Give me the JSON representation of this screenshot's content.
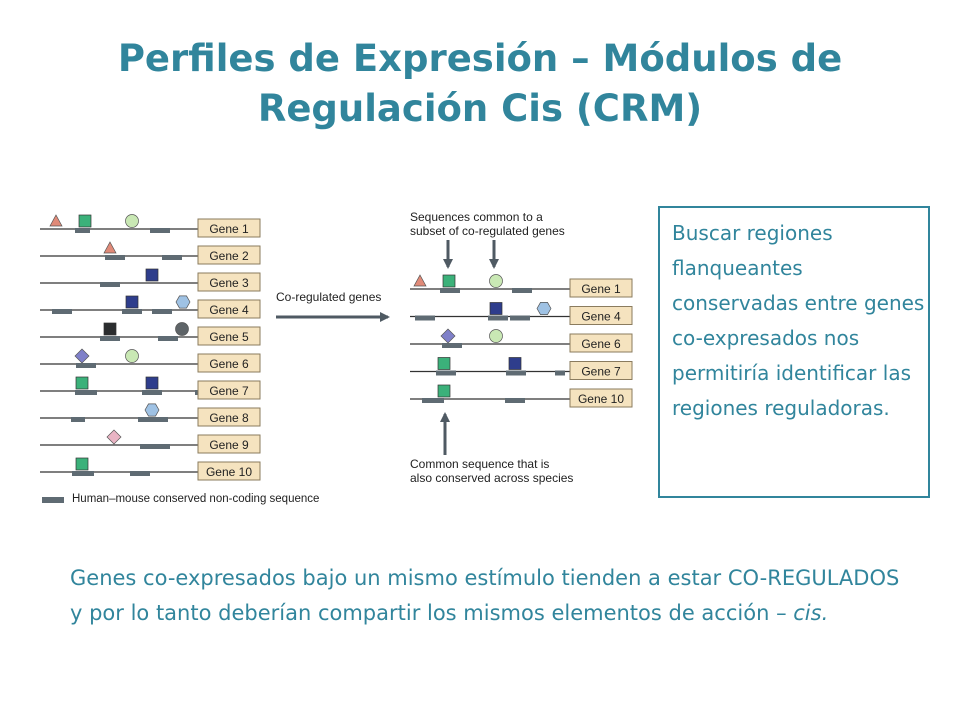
{
  "slide": {
    "title_line1": "Perfiles de Expresión – Módulos de",
    "title_line2": "Regulación Cis (CRM)",
    "callout_text": "Buscar regiones flanqueantes conservadas entre genes co-expresados nos permitiría identificar las regiones reguladoras.",
    "bottom_text_main": "Genes co-expresados bajo un mismo estímulo tienden a estar CO-REGULADOS y por lo tanto deberían compartir los mismos elementos de acción – ",
    "bottom_text_italic": "cis."
  },
  "figure": {
    "arrow_label": "Co-regulated genes",
    "top_note_line1": "Sequences common to a",
    "top_note_line2": "subset of co-regulated genes",
    "bottom_note_line1": "Common sequence that is",
    "bottom_note_line2": "also conserved across species",
    "legend": "Human–mouse conserved non-coding sequence",
    "left_genes": [
      {
        "label": "Gene 1",
        "blocks": [
          [
            35,
            15
          ],
          [
            110,
            20
          ]
        ],
        "motifs": [
          {
            "kind": "triangle",
            "at": 16
          },
          {
            "kind": "square-green",
            "at": 45
          },
          {
            "kind": "circle",
            "at": 92
          }
        ]
      },
      {
        "label": "Gene 2",
        "blocks": [
          [
            65,
            20
          ],
          [
            122,
            20
          ]
        ],
        "motifs": [
          {
            "kind": "triangle",
            "at": 70
          }
        ]
      },
      {
        "label": "Gene 3",
        "blocks": [
          [
            60,
            20
          ]
        ],
        "motifs": [
          {
            "kind": "square-blue",
            "at": 112
          }
        ]
      },
      {
        "label": "Gene 4",
        "blocks": [
          [
            12,
            20
          ],
          [
            82,
            20
          ],
          [
            112,
            20
          ]
        ],
        "motifs": [
          {
            "kind": "square-blue",
            "at": 92
          },
          {
            "kind": "hexagon",
            "at": 143
          }
        ]
      },
      {
        "label": "Gene 5",
        "blocks": [
          [
            60,
            20
          ],
          [
            118,
            20
          ]
        ],
        "motifs": [
          {
            "kind": "square-dark",
            "at": 70
          },
          {
            "kind": "circle-dark",
            "at": 142
          }
        ]
      },
      {
        "label": "Gene 6",
        "blocks": [
          [
            36,
            20
          ]
        ],
        "motifs": [
          {
            "kind": "diamond",
            "at": 42
          },
          {
            "kind": "circle",
            "at": 92
          }
        ]
      },
      {
        "label": "Gene 7",
        "blocks": [
          [
            35,
            22
          ],
          [
            102,
            20
          ],
          [
            155,
            10
          ]
        ],
        "motifs": [
          {
            "kind": "square-green",
            "at": 42
          },
          {
            "kind": "square-blue",
            "at": 112
          }
        ]
      },
      {
        "label": "Gene 8",
        "blocks": [
          [
            31,
            14
          ],
          [
            98,
            30
          ]
        ],
        "motifs": [
          {
            "kind": "hexagon",
            "at": 112
          }
        ]
      },
      {
        "label": "Gene 9",
        "blocks": [
          [
            100,
            30
          ]
        ],
        "motifs": [
          {
            "kind": "diamond-pink",
            "at": 74
          }
        ]
      },
      {
        "label": "Gene 10",
        "blocks": [
          [
            32,
            22
          ],
          [
            90,
            20
          ]
        ],
        "motifs": [
          {
            "kind": "square-green",
            "at": 42
          }
        ]
      }
    ],
    "right_genes": [
      {
        "label": "Gene 1",
        "blocks": [
          [
            30,
            20
          ],
          [
            102,
            20
          ]
        ],
        "motifs": [
          {
            "kind": "triangle",
            "at": 10
          },
          {
            "kind": "square-green",
            "at": 39
          },
          {
            "kind": "circle",
            "at": 86
          }
        ]
      },
      {
        "label": "Gene 4",
        "blocks": [
          [
            5,
            20
          ],
          [
            78,
            20
          ],
          [
            100,
            20
          ]
        ],
        "motifs": [
          {
            "kind": "square-blue",
            "at": 86
          },
          {
            "kind": "hexagon",
            "at": 134
          }
        ]
      },
      {
        "label": "Gene 6",
        "blocks": [
          [
            32,
            20
          ]
        ],
        "motifs": [
          {
            "kind": "diamond",
            "at": 38
          },
          {
            "kind": "circle",
            "at": 86
          }
        ]
      },
      {
        "label": "Gene 7",
        "blocks": [
          [
            26,
            20
          ],
          [
            96,
            20
          ],
          [
            145,
            10
          ]
        ],
        "motifs": [
          {
            "kind": "square-green",
            "at": 34
          },
          {
            "kind": "square-blue",
            "at": 105
          }
        ]
      },
      {
        "label": "Gene 10",
        "blocks": [
          [
            12,
            22
          ],
          [
            95,
            20
          ]
        ],
        "motifs": [
          {
            "kind": "square-green",
            "at": 34
          }
        ]
      }
    ]
  }
}
